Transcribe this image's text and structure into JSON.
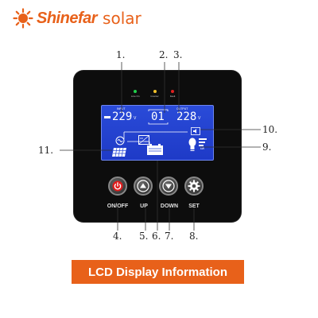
{
  "brand": {
    "name": "Shinefar",
    "suffix": "solar",
    "color": "#e8611a"
  },
  "leds": [
    {
      "label": "Line On",
      "color": "#20d04a"
    },
    {
      "label": "Inverter",
      "color": "#f2c22a"
    },
    {
      "label": "Fault",
      "color": "#e02020"
    }
  ],
  "lcd": {
    "input_label": "INPUT",
    "output_label": "OUTPUT",
    "input_value": "229",
    "mode_value": "01",
    "output_value": "228",
    "unit": "V",
    "bar_label": "kW",
    "bg_color": "#1e3ac7"
  },
  "buttons": [
    {
      "label": "ON/OFF",
      "icon": "power-icon"
    },
    {
      "label": "UP",
      "icon": "up-arrow-icon"
    },
    {
      "label": "DOWN",
      "icon": "down-arrow-icon"
    },
    {
      "label": "SET",
      "icon": "gear-icon"
    }
  ],
  "callouts": {
    "c1": "1.",
    "c2": "2.",
    "c3": "3.",
    "c4": "4.",
    "c5": "5.",
    "c6": "6.",
    "c7": "7.",
    "c8": "8.",
    "c9": "9.",
    "c10": "10.",
    "c11": "11."
  },
  "banner": {
    "text": "LCD Display Information",
    "color": "#e8611a"
  }
}
